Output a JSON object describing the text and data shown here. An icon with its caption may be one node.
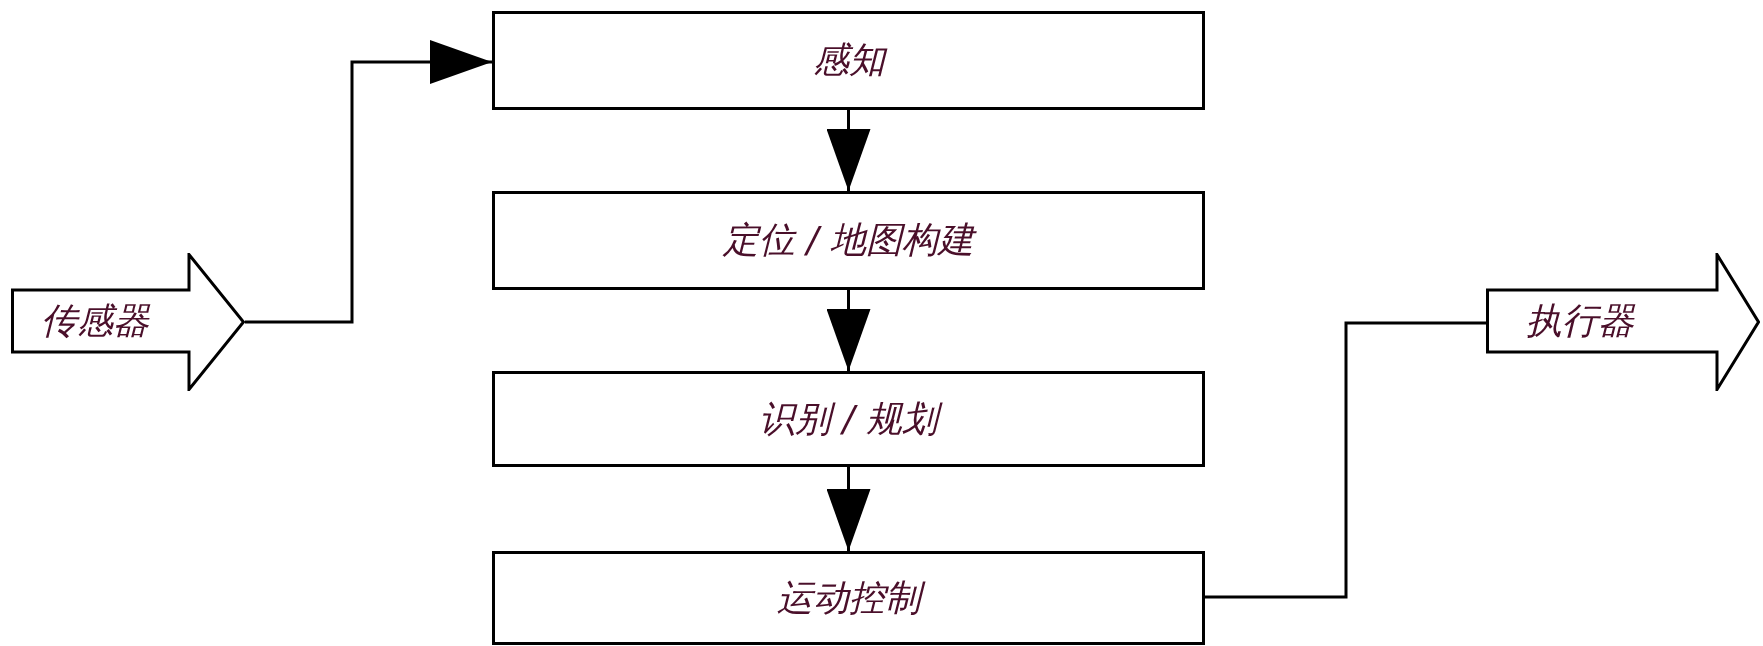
{
  "diagram": {
    "nodes": [
      {
        "text": [
          "传感器"
        ]
      },
      {
        "text": [
          "感知"
        ]
      },
      {
        "text": [
          "定位 / 地图构建"
        ]
      },
      {
        "text": [
          "识别 / 规划"
        ]
      },
      {
        "text": [
          "运动控制"
        ]
      },
      {
        "text": [
          "执行器"
        ]
      }
    ],
    "edges": [
      {
        "from": 0,
        "to": 1,
        "arrow": "to"
      },
      {
        "from": 1,
        "to": 2,
        "arrow": "to"
      },
      {
        "from": 2,
        "to": 3,
        "arrow": "to"
      },
      {
        "from": 3,
        "to": 4,
        "arrow": "to"
      },
      {
        "from": 4,
        "to": 5,
        "arrow": "none"
      }
    ]
  }
}
